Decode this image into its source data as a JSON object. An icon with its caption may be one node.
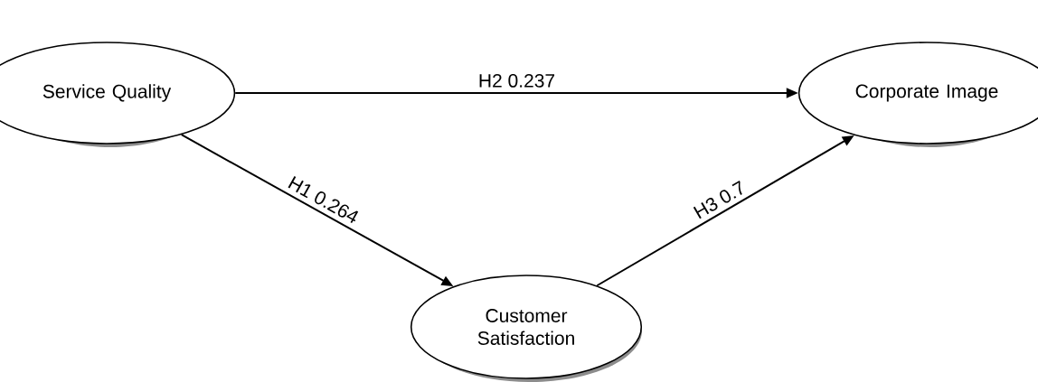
{
  "diagram": {
    "nodes": [
      {
        "text": [
          "Service Quality"
        ]
      },
      {
        "text": [
          "Corporate Image"
        ]
      },
      {
        "text": [
          "Customer Satisfaction"
        ]
      }
    ],
    "edges": [
      {
        "from": 0,
        "to": 1,
        "arrow": "to",
        "label": "H2 0.237"
      },
      {
        "from": 0,
        "to": 2,
        "arrow": "to",
        "label": "H1 0.264"
      },
      {
        "from": 2,
        "to": 1,
        "arrow": "to",
        "label": "H3 0.7"
      }
    ]
  }
}
